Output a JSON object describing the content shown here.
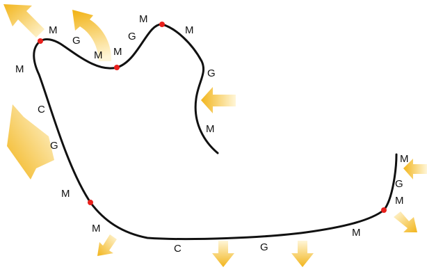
{
  "colors": {
    "background": "#ffffff",
    "curve": "#111111",
    "marker": "#e8201c",
    "arrow_light": "#fff6d8",
    "arrow_dark": "#f2b51c"
  },
  "icons": [
    "block-arrow-icon",
    "curved-arrow-icon"
  ],
  "labels": {
    "l01": "M",
    "l02": "G",
    "l03": "M",
    "l04": "G",
    "l05": "M",
    "l06": "M",
    "l07": "M",
    "l08": "M",
    "l09": "G",
    "l10": "M",
    "l11": "C",
    "l12": "G",
    "l13": "M",
    "l14": "M",
    "l15": "C",
    "l16": "G",
    "l17": "M",
    "l18": "M",
    "l19": "G",
    "l20": "M"
  }
}
